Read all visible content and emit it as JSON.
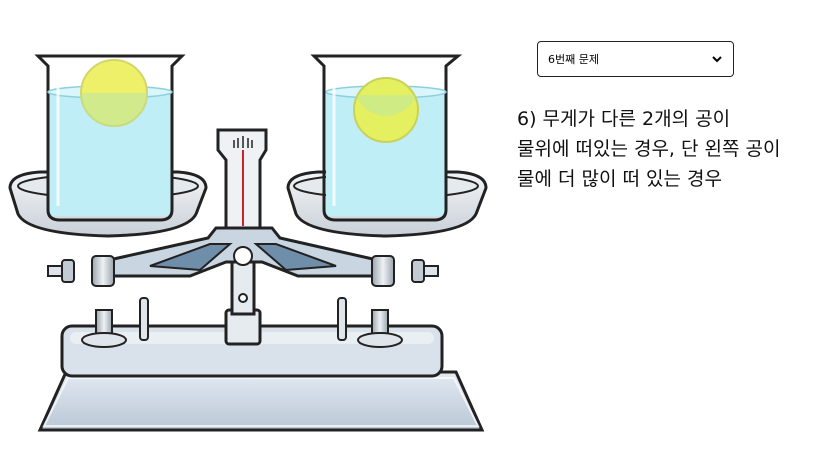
{
  "selector": {
    "selected": "6번째 문제",
    "icon": "chevron-down-icon"
  },
  "problem": {
    "lines": [
      "6) 무게가 다른 2개의 공이",
      "물위에 떠있는 경우, 단 왼쪽 공이",
      "물에 더 많이 떠 있는 경우"
    ]
  },
  "illustration": {
    "left_ball_color": "#eef06a",
    "right_ball_color": "#e5f060",
    "water_color": "#bfeef6",
    "base_color": "#cfd9e6",
    "arm_color": "#8aa3bc"
  }
}
